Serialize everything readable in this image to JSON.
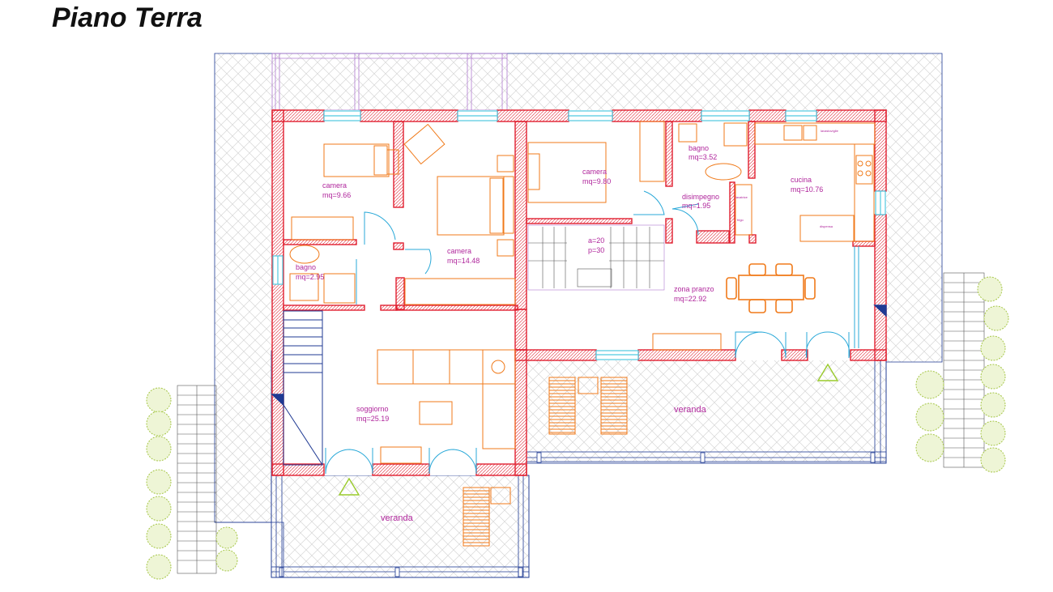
{
  "title": "Piano Terra",
  "colors": {
    "wall": "#e02030",
    "wall_fill": "#f2c8cc",
    "furniture": "#f07a1a",
    "window": "#4fc9e0",
    "door": "#28a8d8",
    "outline": "#1f3a93",
    "label": "#b0269c",
    "pergola": "#b07ad0",
    "paving": "#d8d8d8",
    "hedge": "#a7c74a",
    "marker": "#9acb2b"
  },
  "rooms": [
    {
      "id": "camera-1",
      "name": "camera",
      "area": "mq=9.66"
    },
    {
      "id": "camera-2",
      "name": "camera",
      "area": "mq=14.48"
    },
    {
      "id": "camera-3",
      "name": "camera",
      "area": "mq=9.80"
    },
    {
      "id": "bagno-1",
      "name": "bagno",
      "area": "mq=2.95"
    },
    {
      "id": "bagno-2",
      "name": "bagno",
      "area": "mq=3.52"
    },
    {
      "id": "disimpegno",
      "name": "disimpegno",
      "area": "mq=1.95"
    },
    {
      "id": "cucina",
      "name": "cucina",
      "area": "mq=10.76"
    },
    {
      "id": "zona-pranzo",
      "name": "zona pranzo",
      "area": "mq=22.92"
    },
    {
      "id": "soggiorno",
      "name": "soggiorno",
      "area": "mq=25.19"
    }
  ],
  "stair": {
    "alzata": "a=20",
    "pedata": "p=30"
  },
  "verandas": [
    "veranda",
    "veranda"
  ],
  "kitchen_tags": [
    "lavastoviglie",
    "frigo",
    "lavatrice",
    "dispensa"
  ]
}
